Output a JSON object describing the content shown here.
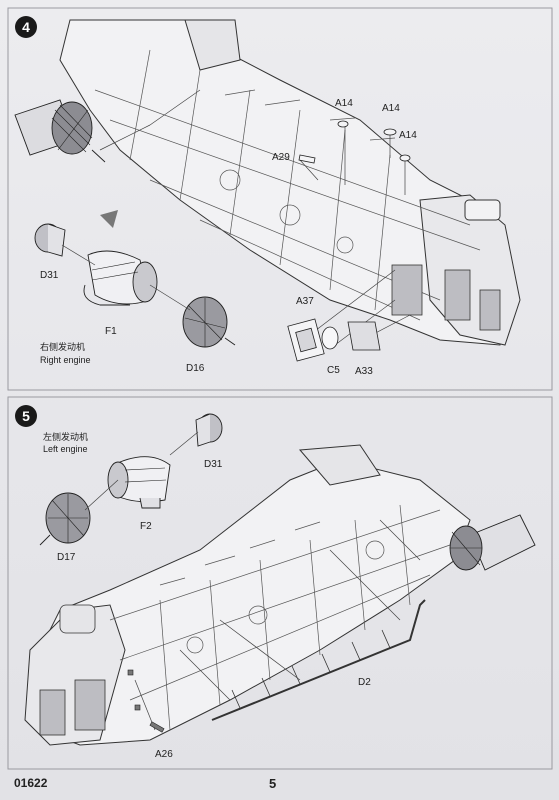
{
  "step4": {
    "number": "4",
    "caption_cn": "右侧发动机",
    "caption_en": "Right engine",
    "parts": {
      "a14_1": "A14",
      "a14_2": "A14",
      "a14_3": "A14",
      "a29": "A29",
      "d31": "D31",
      "f1": "F1",
      "d16": "D16",
      "a37": "A37",
      "c5": "C5",
      "a33": "A33"
    }
  },
  "step5": {
    "number": "5",
    "caption_cn": "左侧发动机",
    "caption_en": "Left engine",
    "parts": {
      "d31": "D31",
      "f2": "F2",
      "d17": "D17",
      "d2": "D2",
      "a26": "A26"
    }
  },
  "footer": {
    "product_code": "01622",
    "page_number": "5"
  }
}
